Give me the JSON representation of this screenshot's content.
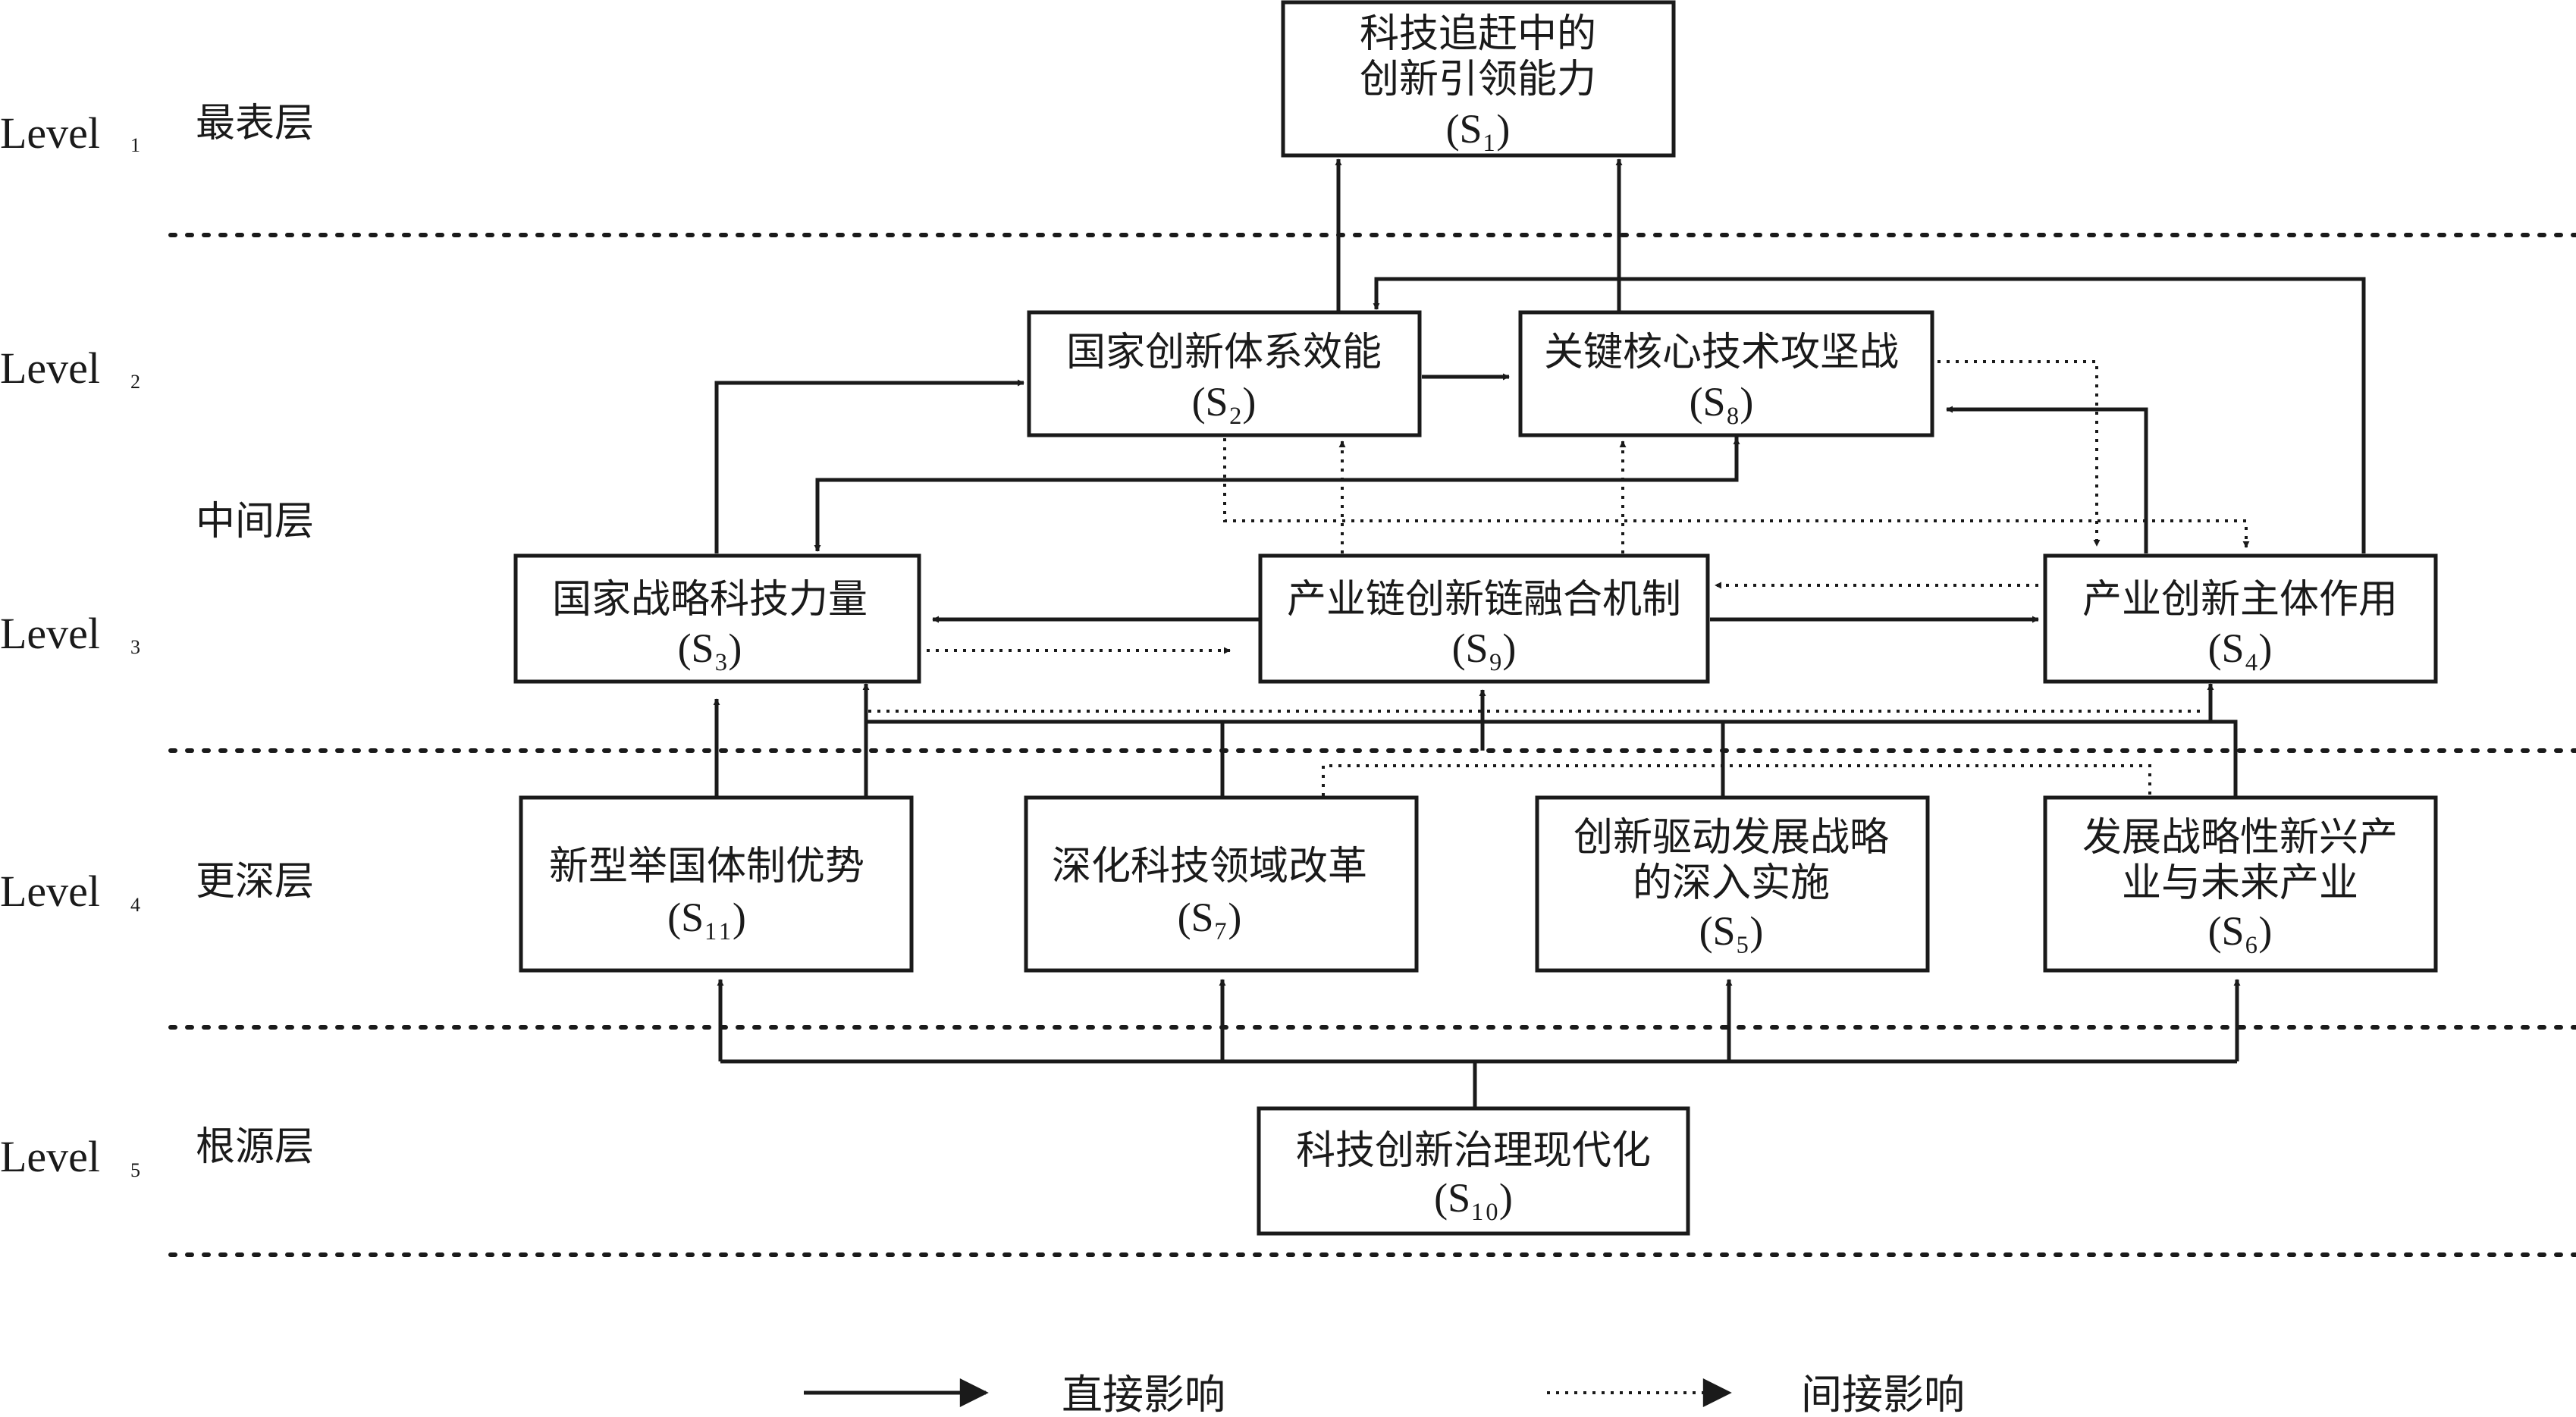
{
  "levels": [
    {
      "label": "Level",
      "sub": "1",
      "layer": "最表层"
    },
    {
      "label": "Level",
      "sub": "2",
      "layer": ""
    },
    {
      "label": "Level",
      "sub": "3",
      "layer": ""
    },
    {
      "label": "Level",
      "sub": "4",
      "layer": "更深层"
    },
    {
      "label": "Level",
      "sub": "5",
      "layer": "根源层"
    }
  ],
  "middle_layer": "中间层",
  "nodes": {
    "S1": {
      "lines": [
        "科技追赶中的",
        "创新引领能力"
      ],
      "code": "(S₁)"
    },
    "S2": {
      "lines": [
        "国家创新体系效能"
      ],
      "code": "(S₂)"
    },
    "S8": {
      "lines": [
        "关键核心技术攻坚战"
      ],
      "code": "(S₈)"
    },
    "S3": {
      "lines": [
        "国家战略科技力量"
      ],
      "code": "(S₃)"
    },
    "S9": {
      "lines": [
        "产业链创新链融合机制"
      ],
      "code": "(S₉)"
    },
    "S4": {
      "lines": [
        "产业创新主体作用"
      ],
      "code": "(S₄)"
    },
    "S11": {
      "lines": [
        "新型举国体制优势"
      ],
      "code": "(S₁₁)"
    },
    "S7": {
      "lines": [
        "深化科技领域改革"
      ],
      "code": "(S₇)"
    },
    "S5": {
      "lines": [
        "创新驱动发展战略",
        "的深入实施"
      ],
      "code": "(S₅)"
    },
    "S6": {
      "lines": [
        "发展战略性新兴产",
        "业与未来产业"
      ],
      "code": "(S₆)"
    },
    "S10": {
      "lines": [
        "科技创新治理现代化"
      ],
      "code": "(S₁₀)"
    }
  },
  "legend": {
    "direct": "直接影响",
    "indirect": "间接影响"
  }
}
